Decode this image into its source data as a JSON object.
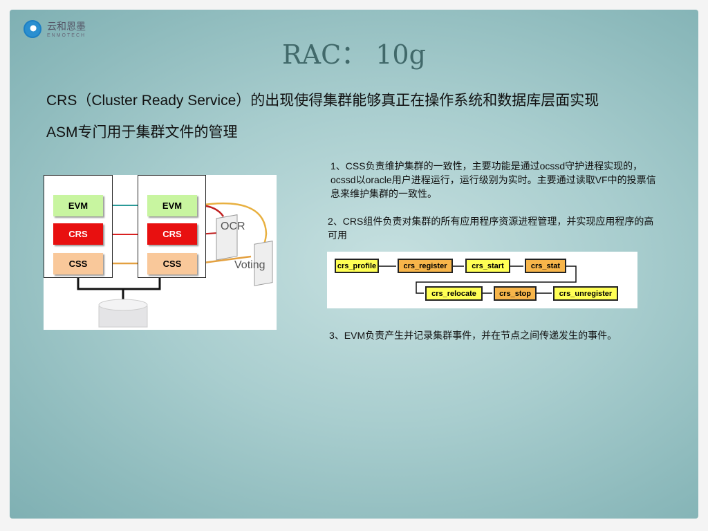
{
  "logo": {
    "name": "云和恩墨",
    "sub": "ENMOTECH"
  },
  "title": "RAC： 10g",
  "headlines": [
    "CRS（Cluster Ready Service）的出现使得集群能够真正在操作系统和数据库层面实现",
    "ASM专门用于集群文件的管理"
  ],
  "points": [
    "1、CSS负责维护集群的一致性，主要功能是通过ocssd守护进程实现的，ocssd以oracle用户进程运行，运行级别为实时。主要通过读取VF中的投票信息来维护集群的一致性。",
    "2、CRS组件负责对集群的所有应用程序资源进程管理，并实现应用程序的高可用",
    "3、EVM负责产生并记录集群事件，并在节点之间传递发生的事件。"
  ],
  "arch": {
    "evm": "EVM",
    "crs": "CRS",
    "css": "CSS",
    "ocr": "OCR",
    "voting": "Voting"
  },
  "flow": [
    "crs_profile",
    "crs_register",
    "crs_start",
    "crs_stat",
    "crs_relocate",
    "crs_stop",
    "crs_unregister"
  ]
}
